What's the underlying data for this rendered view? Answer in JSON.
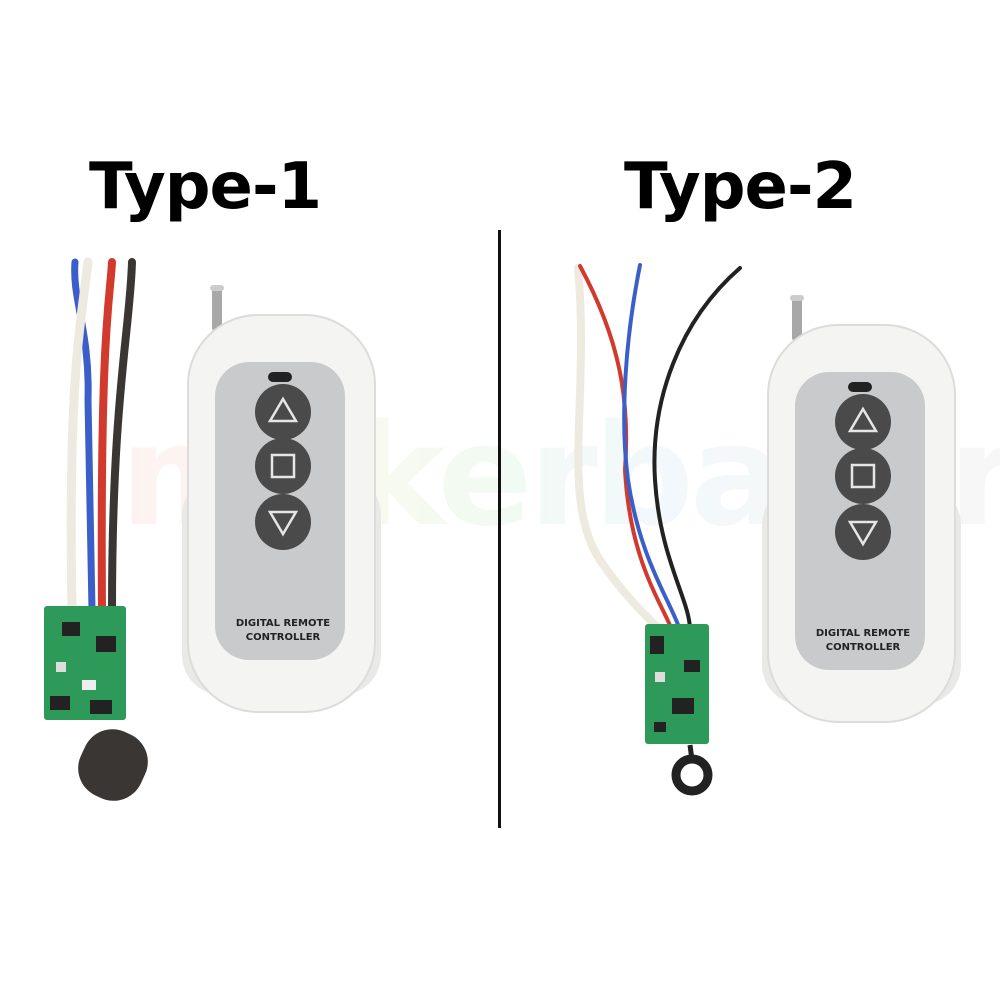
{
  "titles": {
    "left": "Type-1",
    "right": "Type-2"
  },
  "watermark": "makerbazar",
  "remote": {
    "label_line1": "DIGITAL REMOTE",
    "label_line2": "CONTROLLER",
    "buttons": [
      "up-triangle",
      "stop-square",
      "down-triangle"
    ]
  },
  "colors": {
    "wire_red": "#d23a2e",
    "wire_blue": "#3b5fc9",
    "wire_black": "#222222",
    "wire_white": "#eeeae0",
    "pcb": "#2e9a5a",
    "remote_body": "#f4f4f2",
    "remote_panel": "#c9cacb",
    "button": "#4a4a4a"
  }
}
